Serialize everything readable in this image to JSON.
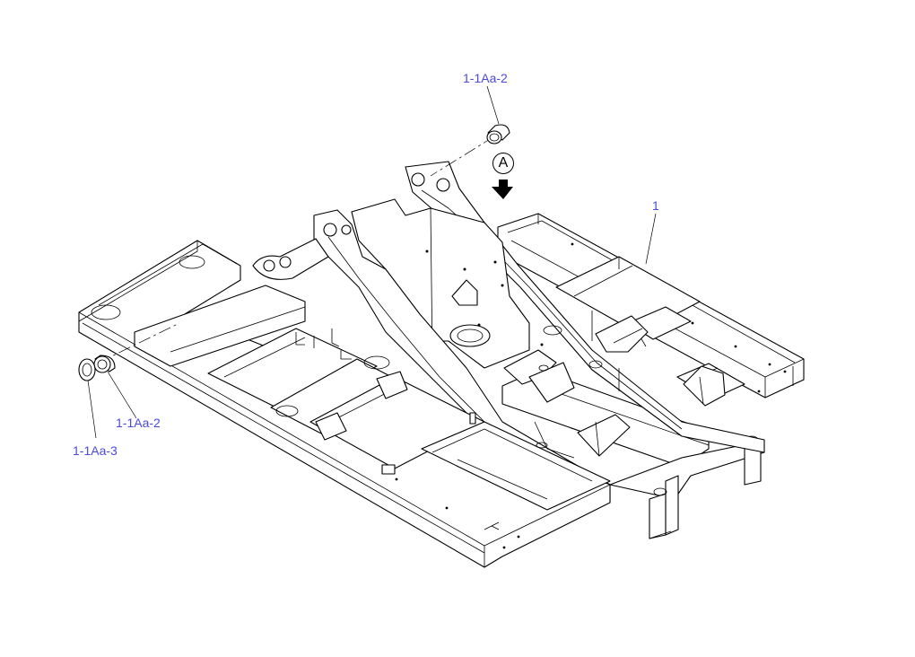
{
  "callouts": {
    "top_bushing": "1-1Aa-2",
    "frame": "1",
    "side_bushing": "1-1Aa-2",
    "side_washer": "1-1Aa-3"
  },
  "view_marker": {
    "letter": "A"
  },
  "colors": {
    "callout_text": "#4a4adf",
    "line": "#000000",
    "background": "#ffffff"
  }
}
